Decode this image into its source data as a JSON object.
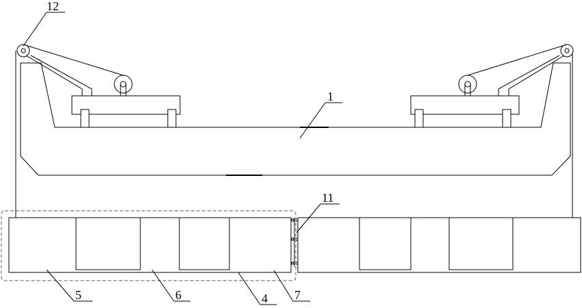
{
  "labels": {
    "part_1": "1",
    "part_4": "4",
    "part_5": "5",
    "part_6": "6",
    "part_7": "7",
    "part_11": "11",
    "part_12": "12"
  },
  "colors": {
    "line": "#000000",
    "dashed_frame": "#555555",
    "background": "#ffffff"
  }
}
